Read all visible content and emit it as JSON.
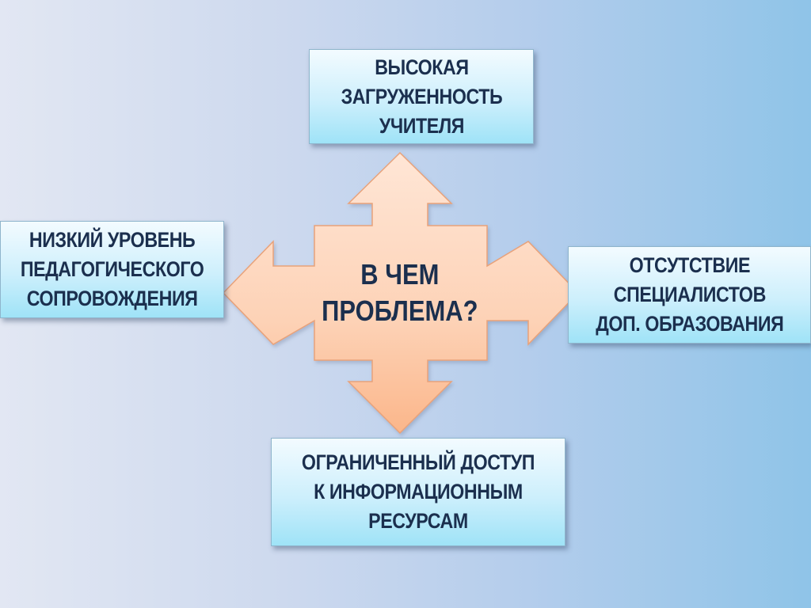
{
  "diagram": {
    "center": {
      "label": "В ЧЕМ\nПРОБЛЕМА?"
    },
    "boxes": {
      "top": {
        "label": "ВЫСОКАЯ\nЗАГРУЖЕННОСТЬ\nУЧИТЕЛЯ"
      },
      "left": {
        "label": "НИЗКИЙ УРОВЕНЬ\nПЕДАГОГИЧЕСКОГО\nСОПРОВОЖДЕНИЯ"
      },
      "right": {
        "label": "ОТСУТСТВИЕ\nСПЕЦИАЛИСТОВ\nДОП. ОБРАЗОВАНИЯ"
      },
      "bottom": {
        "label": "ОГРАНИЧЕННЫЙ ДОСТУП\nК  ИНФОРМАЦИОННЫМ\nРЕСУРСАМ"
      }
    },
    "colors": {
      "arrow_fill_light": "#ffe3d2",
      "arrow_fill_dark": "#fbb98f",
      "arrow_stroke": "#e8a27a",
      "box_fill_light": "#f3fbff",
      "box_fill_dark": "#9fe3f7",
      "text": "#1b2f4e"
    }
  }
}
